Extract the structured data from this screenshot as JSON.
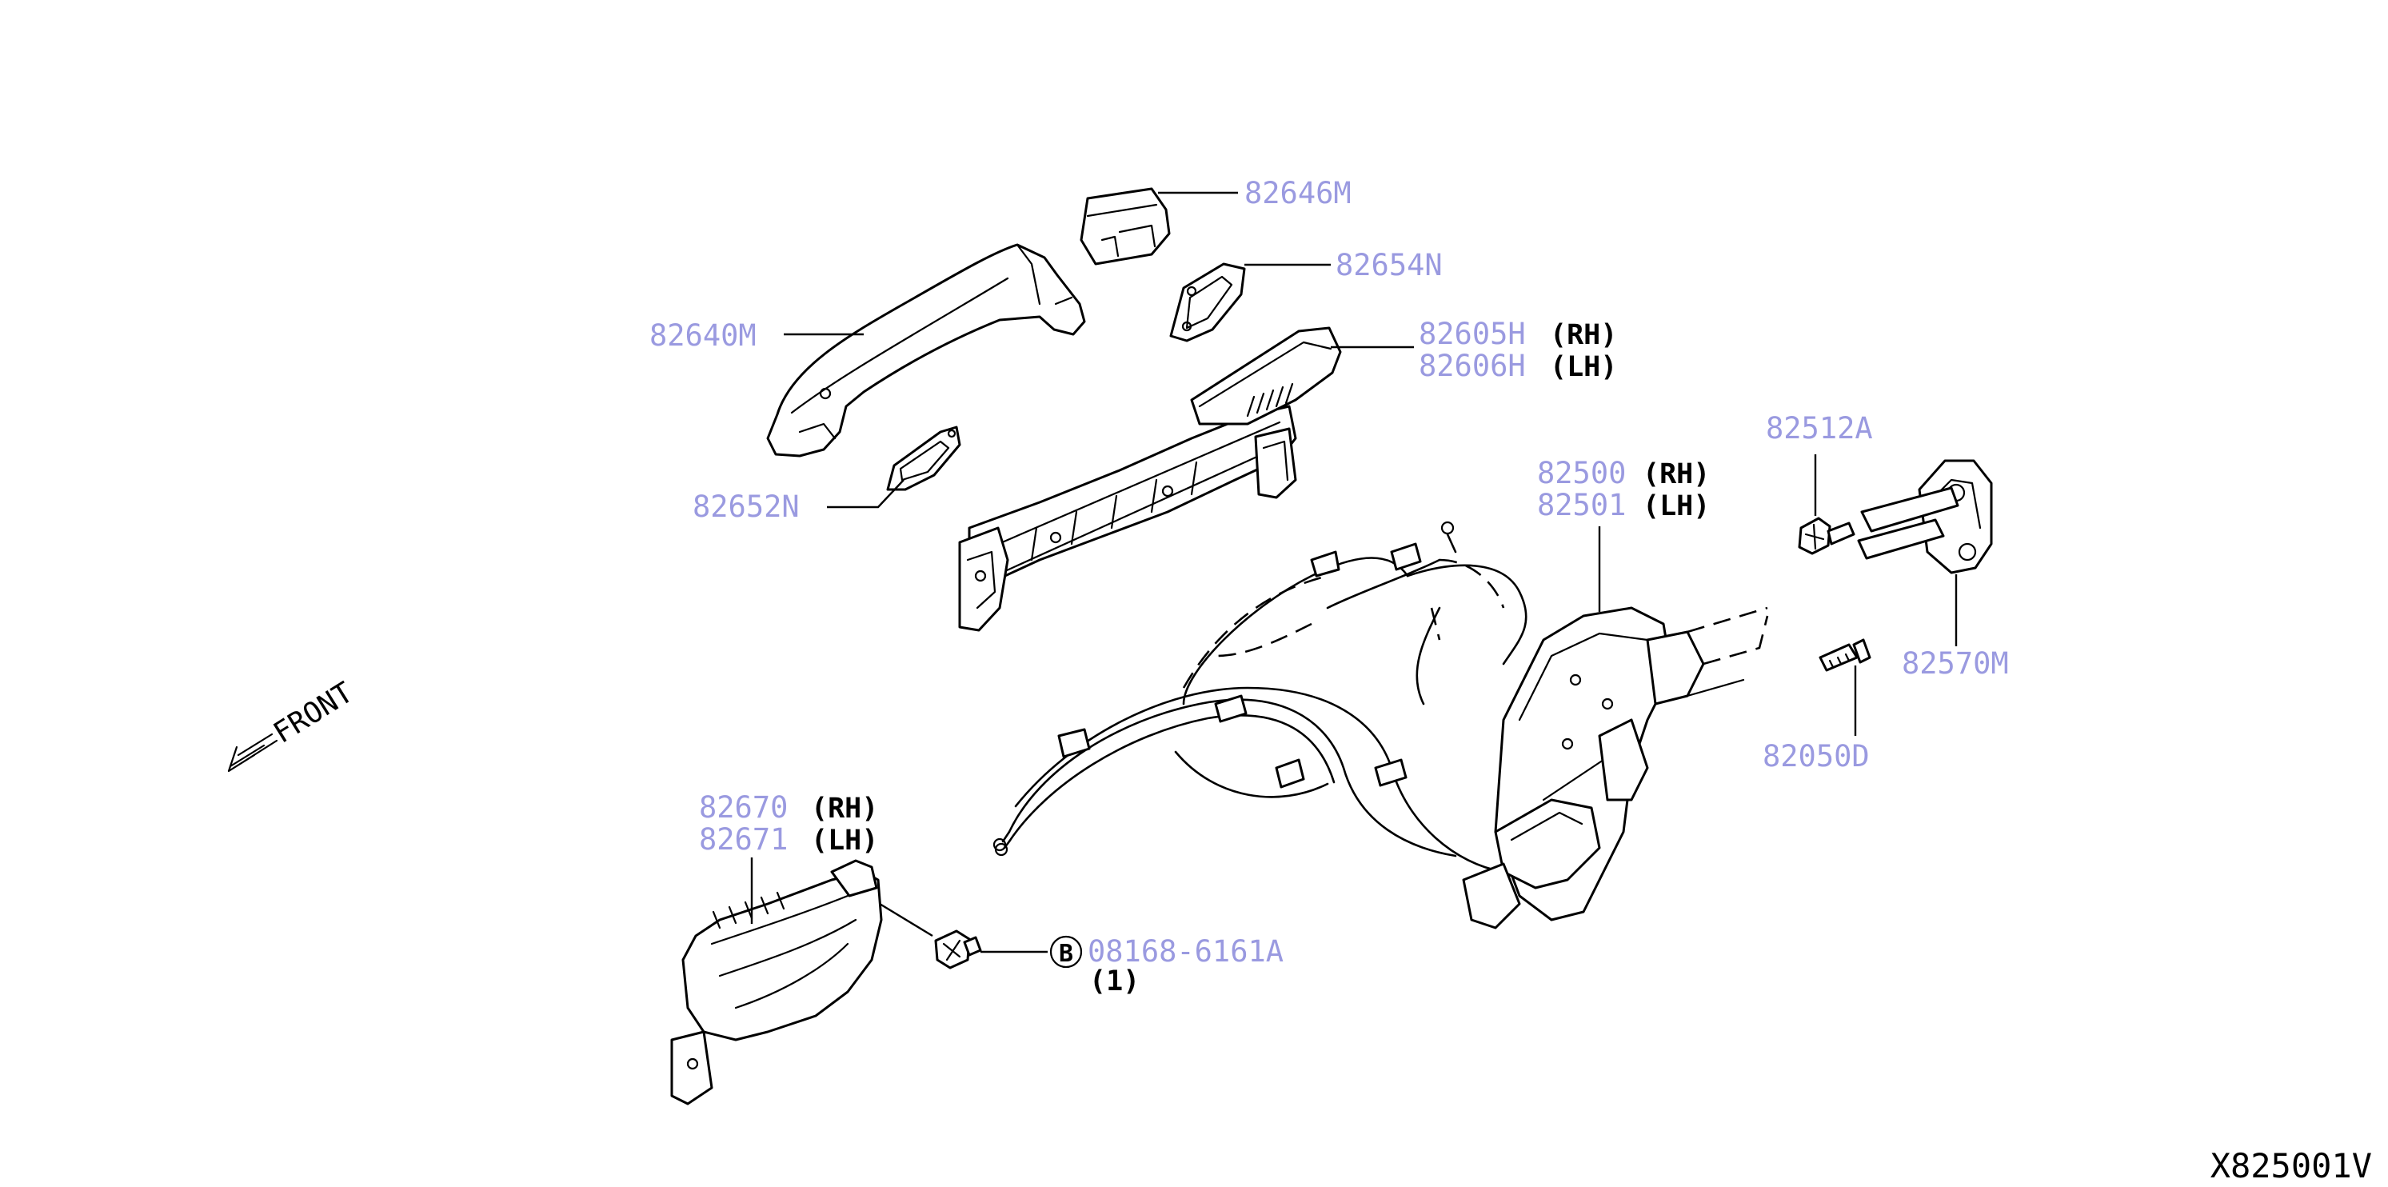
{
  "callouts": {
    "p82646M": "82646M",
    "p82654N": "82654N",
    "p82640M": "82640M",
    "p82605H": "82605H",
    "p82605H_suffix": "(RH)",
    "p82606H": "82606H",
    "p82606H_suffix": "(LH)",
    "p82652N": "82652N",
    "p82500": "82500",
    "p82500_suffix": "(RH)",
    "p82501": "82501",
    "p82501_suffix": "(LH)",
    "p82512A": "82512A",
    "p82570M": "82570M",
    "p82050D": "82050D",
    "p82670": "82670",
    "p82670_suffix": "(RH)",
    "p82671": "82671",
    "p82671_suffix": "(LH)",
    "bolt_ref": "B",
    "bolt_pn": "08168-6161A",
    "bolt_qty": "(1)"
  },
  "front_label": "FRONT",
  "diagram_code": "X825001V",
  "colors": {
    "part_number": "#9a9ae0",
    "line": "#000000",
    "background": "#ffffff"
  }
}
